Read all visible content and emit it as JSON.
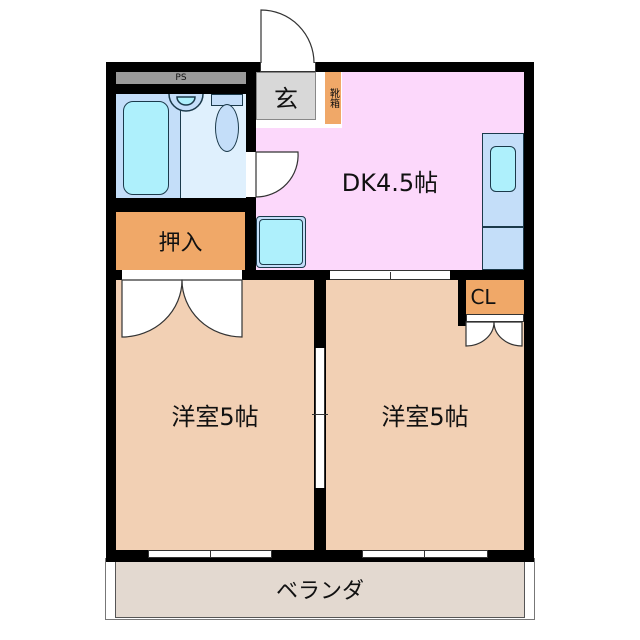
{
  "floorplan": {
    "colors": {
      "wall": "#000000",
      "dk": "#fcd8fb",
      "western_room": "#f2d0b4",
      "storage": "#f0a868",
      "entrance": "#d8d8d8",
      "bath": "#c4def9",
      "bath_floor": "#dff0fd",
      "fixture": "#aef0fc",
      "veranda": "#e3d9d0",
      "ps": "#9a9a9a"
    },
    "rooms": {
      "dk": {
        "label": "DK4.5帖"
      },
      "western_left": {
        "label": "洋室5帖"
      },
      "western_right": {
        "label": "洋室5帖"
      },
      "oshiire": {
        "label": "押入"
      },
      "closet": {
        "label": "CL"
      },
      "entrance": {
        "label": "玄"
      },
      "shoe_box": {
        "label": "靴箱"
      },
      "pipe_space": {
        "label": "PS"
      },
      "veranda": {
        "label": "ベランダ"
      }
    }
  }
}
